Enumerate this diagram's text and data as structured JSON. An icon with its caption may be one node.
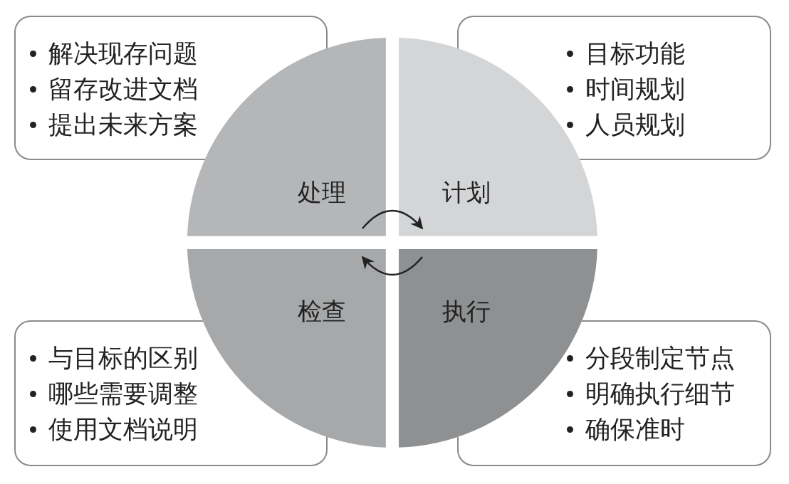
{
  "diagram": {
    "nodes": [
      {
        "text": [
          "解决现存问题",
          "留存改进文档",
          "提出未来方案"
        ]
      },
      {
        "text": [
          "目标功能",
          "时间规划",
          "人员规划"
        ]
      },
      {
        "text": [
          "与目标的区别",
          "哪些需要调整",
          "使用文档说明"
        ]
      },
      {
        "text": [
          "分段制定节点",
          "明确执行细节",
          "确保准时"
        ]
      },
      {
        "text": [
          "处理"
        ]
      },
      {
        "text": [
          "计划"
        ]
      },
      {
        "text": [
          "检查"
        ]
      },
      {
        "text": [
          "执行"
        ]
      }
    ],
    "edges": [
      {
        "from": 4,
        "to": 5,
        "arrow": "to"
      },
      {
        "from": 7,
        "to": 6,
        "arrow": "to"
      }
    ]
  }
}
